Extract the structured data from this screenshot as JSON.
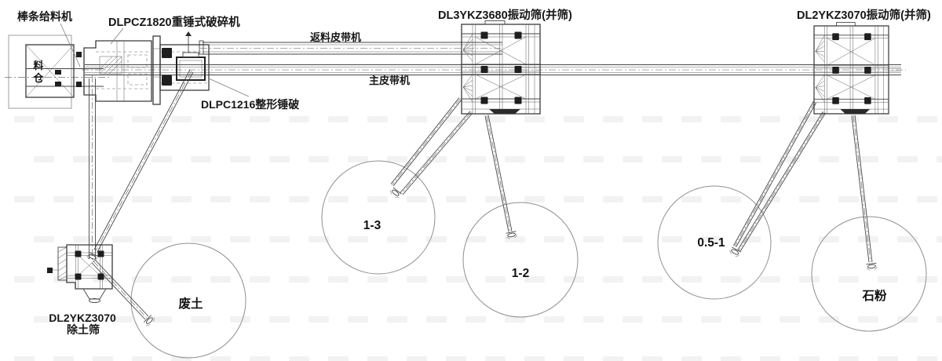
{
  "drawing": {
    "equipment_labels": {
      "bar_feeder": "棒条给料机",
      "hopper_char1": "料",
      "hopper_char2": "仓",
      "primary_crusher": "DLPCZ1820重锤式破碎机",
      "shaping_crusher": "DLPC1216整形锤破",
      "return_belt": "返料皮带机",
      "main_belt": "主皮带机",
      "screen_1": "DL3YKZ3680振动筛(并筛)",
      "screen_2": "DL2YKZ3070振动筛(并筛)",
      "soil_screen_model": "DL2YKZ3070",
      "soil_screen_name": "除土筛"
    },
    "stockpiles": [
      {
        "label": "废土"
      },
      {
        "label": "1-3"
      },
      {
        "label": "1-2"
      },
      {
        "label": "0.5-1"
      },
      {
        "label": "石粉"
      }
    ],
    "colors": {
      "line": "#3a3a3a",
      "secondary_line": "#555555",
      "circle_line": "#8f8f8f",
      "text": "#171717",
      "background": "#ffffff",
      "watermark": "rgba(0,0,0,0.05)"
    }
  }
}
